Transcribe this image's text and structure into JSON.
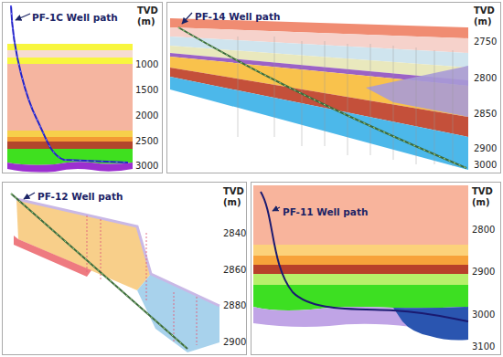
{
  "diagram": {
    "nodes": [
      {
        "text": [
          "PF-1C Well path"
        ]
      },
      {
        "text": [
          "PF-14 Well path"
        ]
      },
      {
        "text": [
          "PF-12 Well path"
        ]
      },
      {
        "text": [
          "PF-11 Well path"
        ]
      }
    ],
    "labels": [
      "TVD (m)",
      "1000",
      "1500",
      "2000",
      "2500",
      "3000",
      "TVD (m)",
      "2750",
      "2800",
      "2850",
      "2900",
      "3000",
      "TVD (m)",
      "2840",
      "2860",
      "2880",
      "2900",
      "TVD (m)",
      "2800",
      "2900",
      "3000",
      "3100"
    ]
  }
}
